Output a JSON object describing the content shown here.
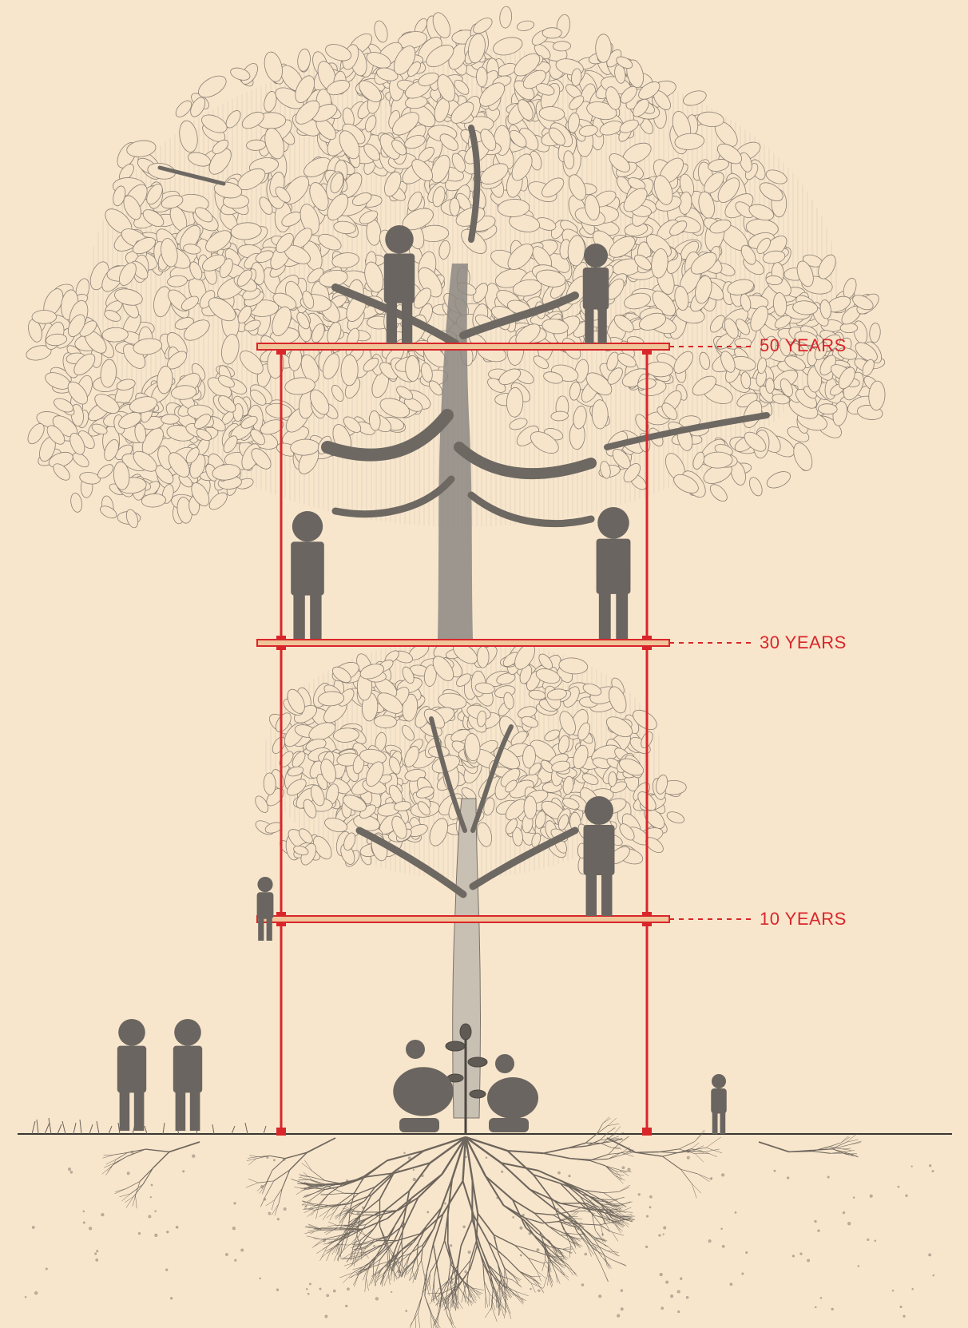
{
  "levels": [
    {
      "label": "50 YEARS"
    },
    {
      "label": "30 YEARS"
    },
    {
      "label": "10 YEARS"
    }
  ],
  "colors": {
    "background": "#f8e6cc",
    "scaffold": "#d9262a",
    "platform": "#f0c59a",
    "ink": "#5a5248",
    "foliage_fill": "#f6e4cb",
    "foliage_stroke": "#8a8074",
    "figure": "#6a6560",
    "ground": "#3a3632"
  },
  "icons": [
    "tree-icon",
    "person-icon",
    "sapling-icon",
    "roots-icon"
  ]
}
